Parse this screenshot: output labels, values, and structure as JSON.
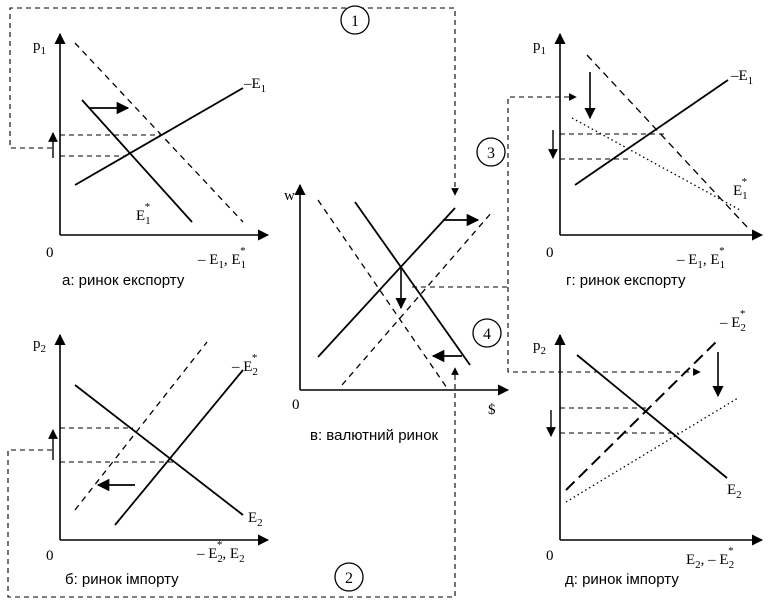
{
  "panels": {
    "a": {
      "caption": "а: ринок експорту",
      "y_axis": "p",
      "y_sub": "1",
      "origin": "0",
      "x_axis": "– E",
      "x_axis_sub": "1",
      "x_axis_rest": ", E",
      "x_axis_sub2": "1",
      "x_axis_sup2": "*",
      "curve_supply": "–E",
      "curve_supply_sub": "1",
      "curve_demand": "E",
      "curve_demand_sub": "1",
      "curve_demand_sup": "*"
    },
    "b": {
      "caption": "б: ринок імпорту",
      "y_axis": "p",
      "y_sub": "2",
      "origin": "0",
      "x_axis": "– E",
      "x_axis_sub": "2",
      "x_axis_sup": "*",
      "x_axis_rest": ", E",
      "x_axis_sub2": "2",
      "curve_supply": "– E",
      "curve_supply_sub": "2",
      "curve_supply_sup": "*",
      "curve_demand": "E",
      "curve_demand_sub": "2"
    },
    "c": {
      "caption": "в: валютний ринок",
      "y_axis": "w",
      "origin": "0",
      "x_axis": "$"
    },
    "d": {
      "caption": "г: ринок експорту",
      "y_axis": "p",
      "y_sub": "1",
      "origin": "0",
      "x_axis": "– E",
      "x_axis_sub": "1",
      "x_axis_rest": ", E",
      "x_axis_sub2": "1",
      "x_axis_sup2": "*",
      "curve_supply": "–E",
      "curve_supply_sub": "1",
      "curve_demand": "E",
      "curve_demand_sub": "1",
      "curve_demand_sup": "*"
    },
    "e": {
      "caption": "д: ринок імпорту",
      "y_axis": "p",
      "y_sub": "2",
      "origin": "0",
      "x_axis": "E",
      "x_axis_sub": "2",
      "x_axis_rest": ", – E",
      "x_axis_sub2": "2",
      "x_axis_sup2": "*",
      "curve_supply": "– E",
      "curve_supply_sub": "2",
      "curve_supply_sup": "*",
      "curve_demand": "E",
      "curve_demand_sub": "2"
    }
  },
  "markers": [
    "1",
    "2",
    "3",
    "4"
  ]
}
